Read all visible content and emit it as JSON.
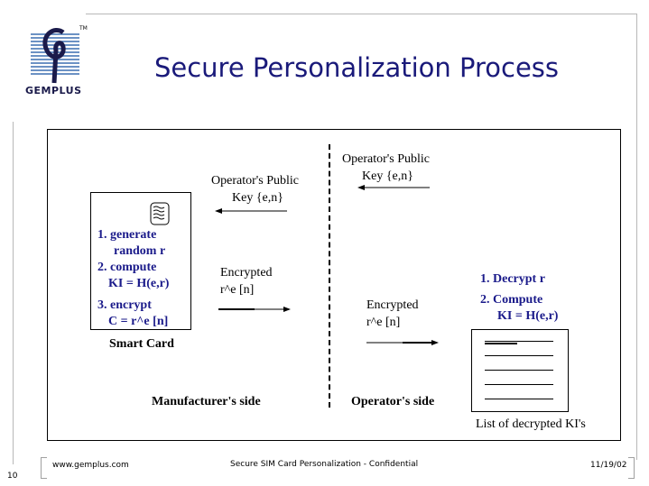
{
  "slide": {
    "title": "Secure Personalization Process",
    "logo_text": "GEMPLUS",
    "trademark": "TM"
  },
  "diagram": {
    "manufacturer_key_label_line1": "Operator's Public",
    "manufacturer_key_label_line2": "Key {e,n}",
    "operator_key_label_line1": "Operator's Public",
    "operator_key_label_line2": "Key {e,n}",
    "steps": [
      "1. generate",
      "random r",
      "2. compute",
      "KI = H(e,r)",
      "3. encrypt",
      "C = r^e [n]"
    ],
    "smart_card_label": "Smart Card",
    "encrypted_left_line1": "Encrypted",
    "encrypted_left_line2": "r^e [n]",
    "encrypted_right_line1": "Encrypted",
    "encrypted_right_line2": "r^e [n]",
    "operator_steps": [
      "1. Decrypt r",
      "2. Compute",
      "KI = H(e,r)"
    ],
    "manufacturer_side": "Manufacturer's side",
    "operator_side": "Operator's side",
    "list_label": "List of decrypted  KI's"
  },
  "footer": {
    "page_number": "10",
    "website": "www.gemplus.com",
    "center_text": "Secure SIM Card Personalization - Confidential",
    "date": "11/19/02"
  }
}
